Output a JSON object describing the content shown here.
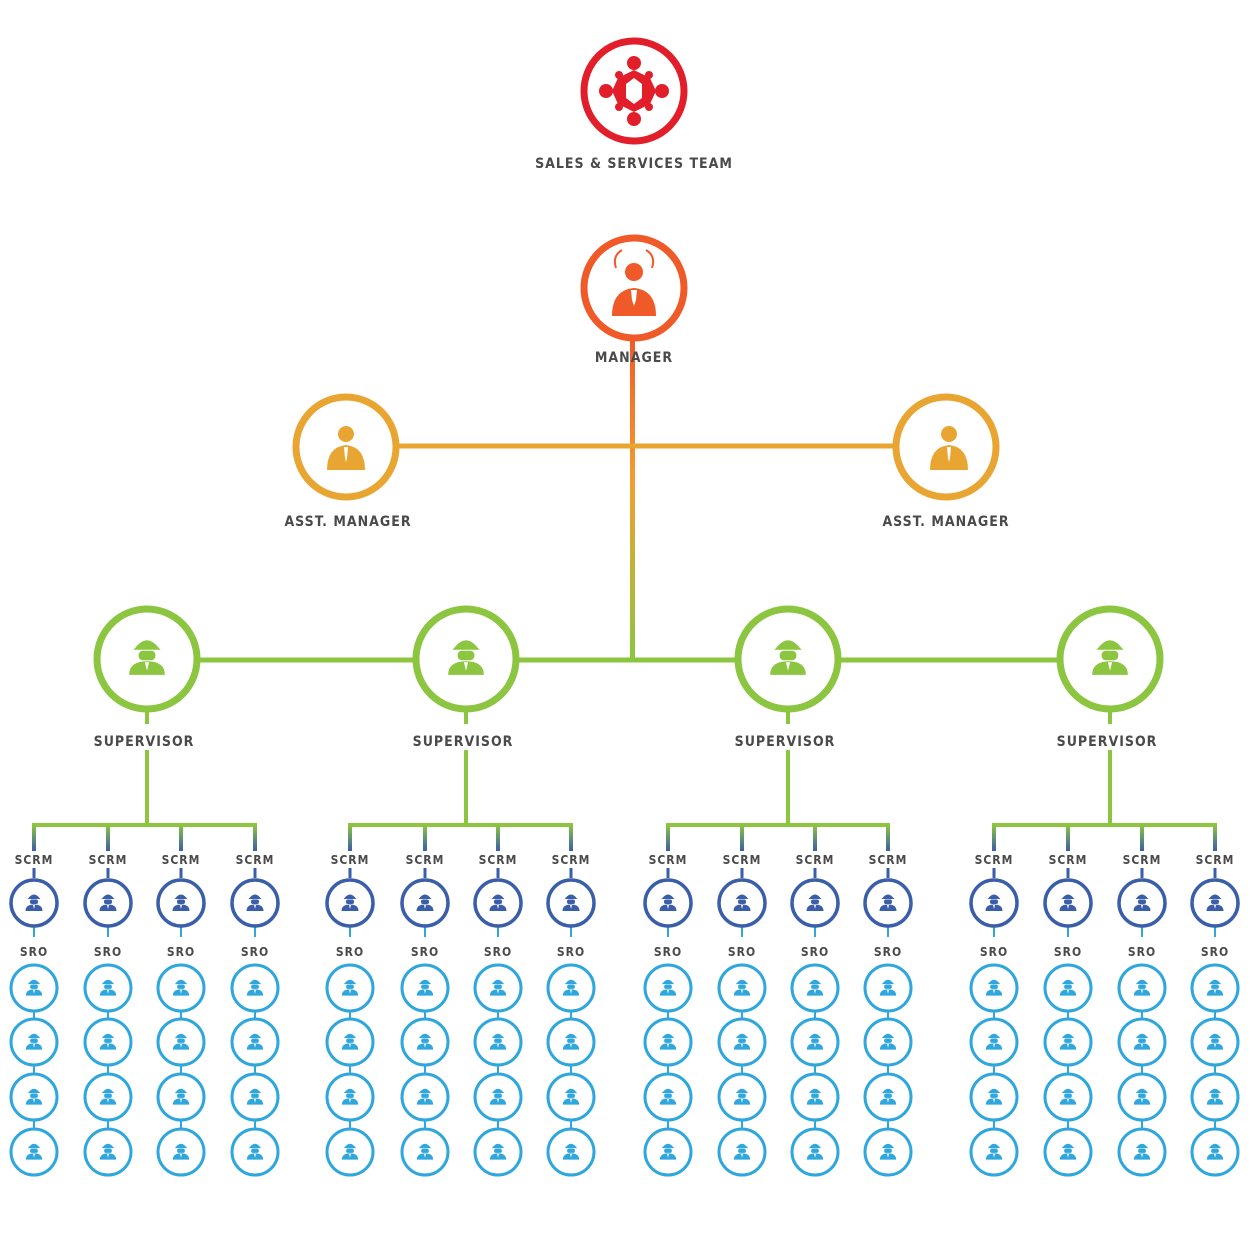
{
  "colors": {
    "team": "#e31e2b",
    "manager": "#f05a28",
    "asst_manager": "#e9a531",
    "supervisor": "#8cc540",
    "scrm": "#3a5ea8",
    "sro": "#2fa7dd",
    "label": "#4a4a4a"
  },
  "root": {
    "label": "SALES & SERVICES TEAM",
    "icon": "team-circle-icon",
    "children": [
      {
        "label": "MANAGER",
        "icon": "manager-icon",
        "children": [
          {
            "label": "ASST. MANAGER",
            "icon": "asst-manager-icon"
          },
          {
            "label": "ASST. MANAGER",
            "icon": "asst-manager-icon"
          },
          {
            "label": "SUPERVISOR",
            "icon": "supervisor-hardhat-icon",
            "count": 4,
            "scrm_per_supervisor": 4,
            "sro_per_scrm": 4
          }
        ]
      }
    ]
  },
  "labels": {
    "team": "SALES & SERVICES TEAM",
    "manager": "MANAGER",
    "asst_manager": "ASST. MANAGER",
    "supervisor": "SUPERVISOR",
    "scrm": "SCRM",
    "sro": "SRO"
  },
  "counts": {
    "supervisors": 4,
    "scrm_per_supervisor": 4,
    "sro_per_scrm": 4
  }
}
